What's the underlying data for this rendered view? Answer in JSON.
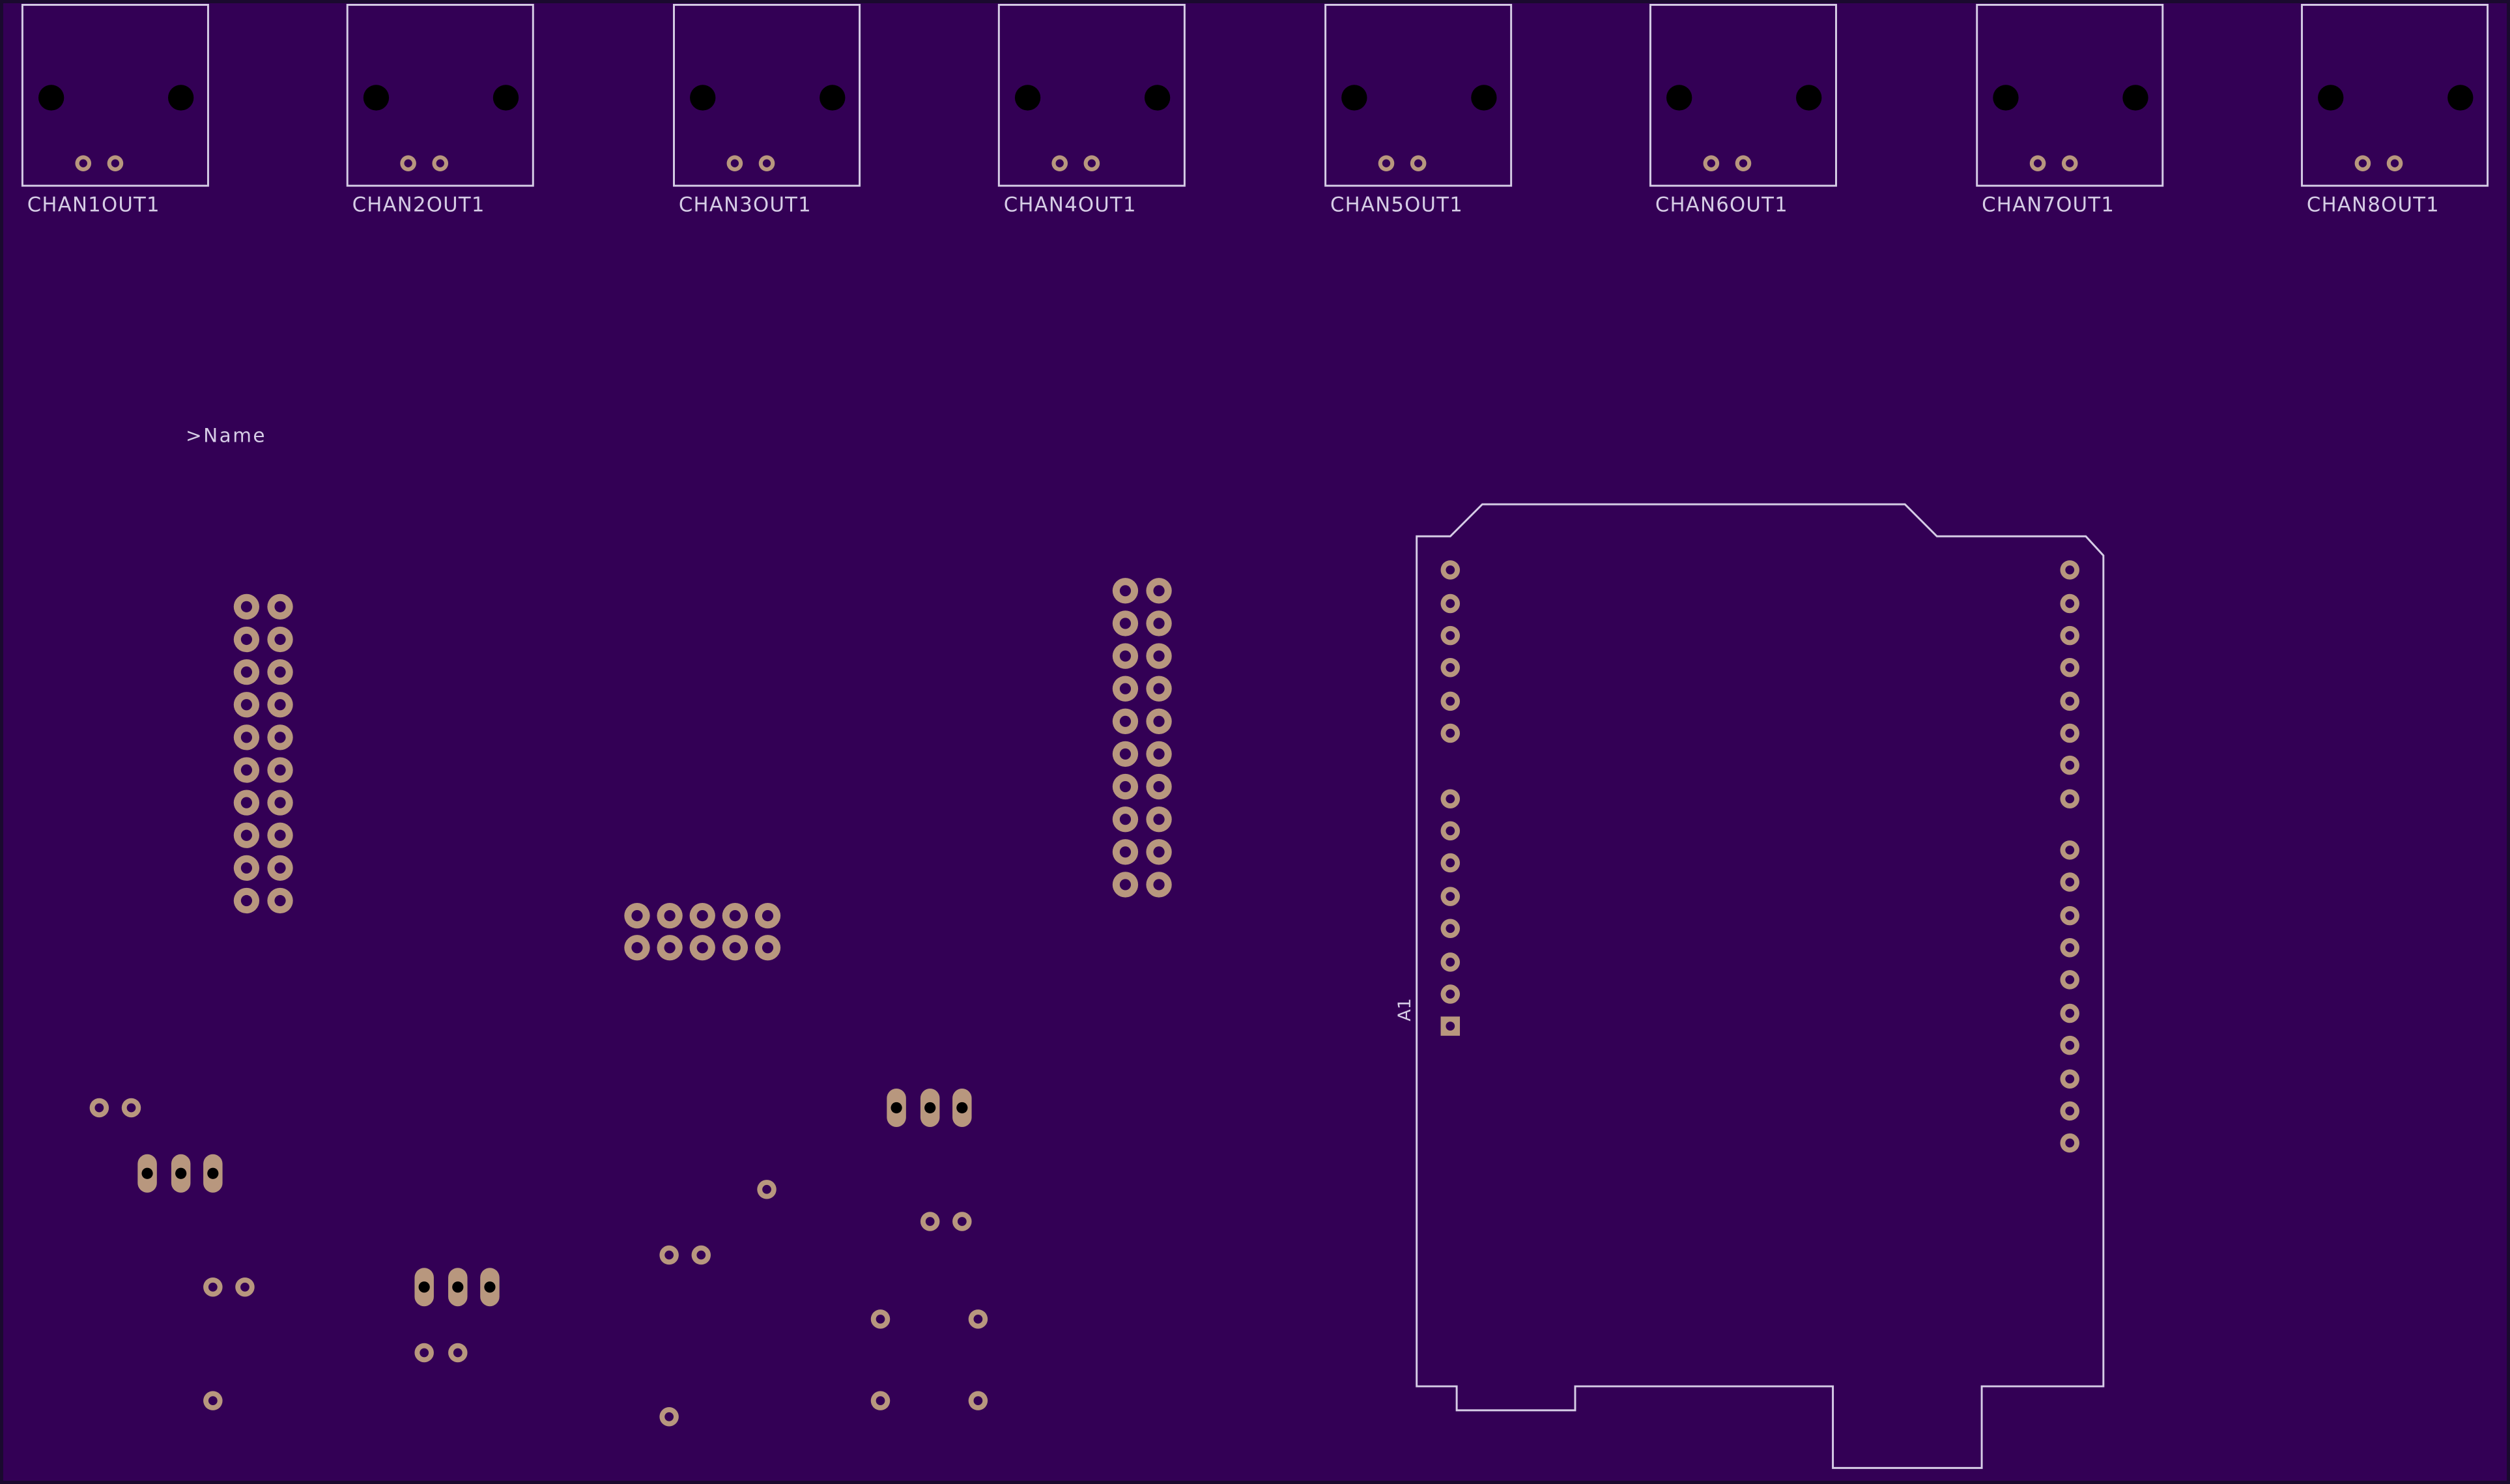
{
  "colors": {
    "board": "#330055",
    "silkscreen": "#d6cde6",
    "pad_copper": "#b8977e",
    "hole": "#000000"
  },
  "connectors": [
    {
      "label": "CHAN1OUT1"
    },
    {
      "label": "CHAN2OUT1"
    },
    {
      "label": "CHAN3OUT1"
    },
    {
      "label": "CHAN4OUT1"
    },
    {
      "label": "CHAN5OUT1"
    },
    {
      "label": "CHAN6OUT1"
    },
    {
      "label": "CHAN7OUT1"
    },
    {
      "label": "CHAN8OUT1"
    }
  ],
  "name_label": ">Name",
  "arduino_label": "A1"
}
